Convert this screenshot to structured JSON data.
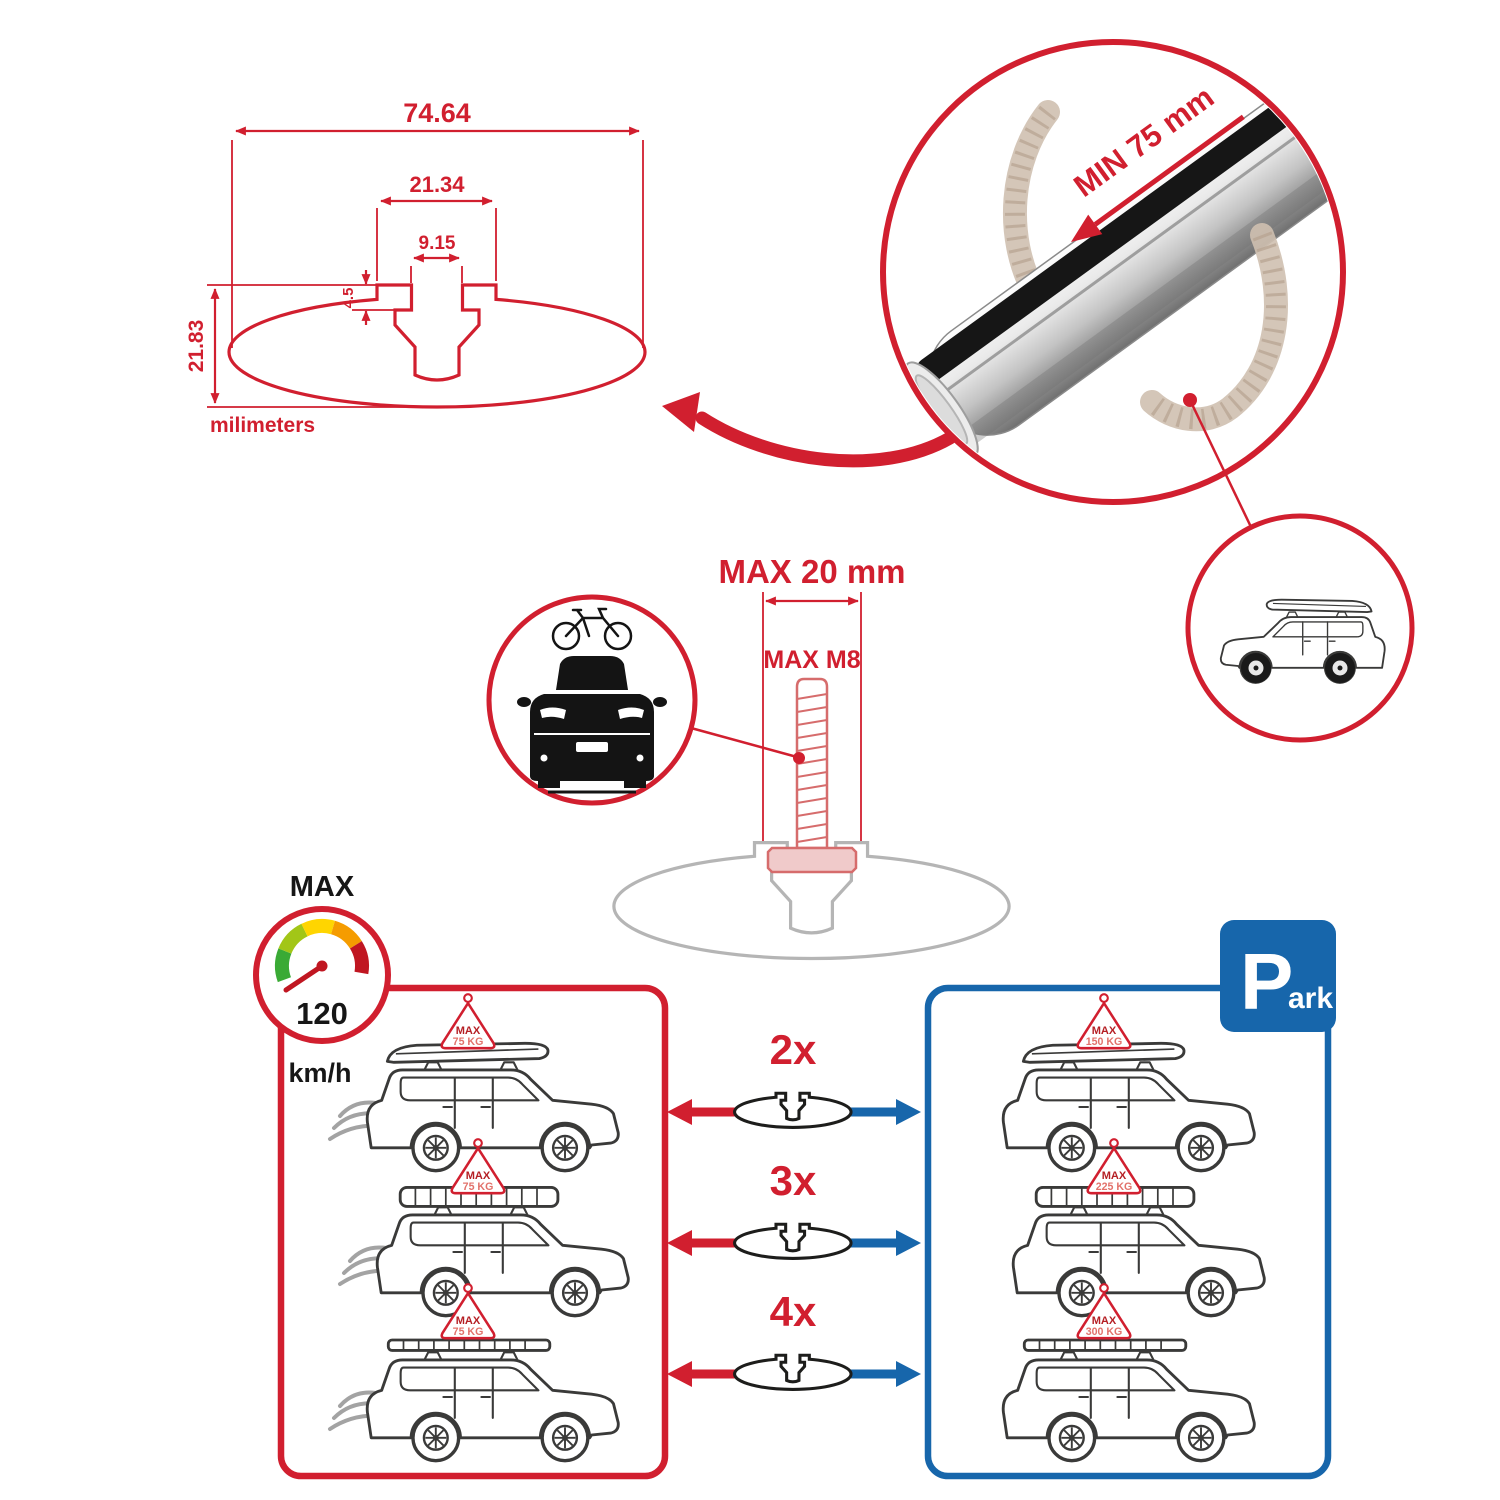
{
  "colors": {
    "red": "#d11f2f",
    "blue": "#1766ab",
    "dark": "#161616",
    "gray_profile": "#b5b5b5"
  },
  "cross_section": {
    "overall_width": "74.64",
    "channel_width": "21.34",
    "slot_width": "9.15",
    "slot_depth": "4.5",
    "total_height": "21.83",
    "units_label": "milimeters"
  },
  "crossbar_zoom": {
    "min_clamp_span": "MIN 75 mm"
  },
  "bolt": {
    "max_depth": "MAX 20 mm",
    "max_thread": "MAX M8"
  },
  "speed_limit": {
    "label": "MAX",
    "value": "120",
    "unit": "km/h"
  },
  "parking_sign": {
    "letter": "P",
    "rest": "ark"
  },
  "driving_panel": {
    "cars": [
      {
        "flag_title": "MAX",
        "flag_load": "75 KG"
      },
      {
        "flag_title": "MAX",
        "flag_load": "75 KG"
      },
      {
        "flag_title": "MAX",
        "flag_load": "75 KG"
      }
    ]
  },
  "bar_counts": [
    {
      "label": "2x"
    },
    {
      "label": "3x"
    },
    {
      "label": "4x"
    }
  ],
  "parked_panel": {
    "cars": [
      {
        "flag_title": "MAX",
        "flag_load": "150 KG"
      },
      {
        "flag_title": "MAX",
        "flag_load": "225 KG"
      },
      {
        "flag_title": "MAX",
        "flag_load": "300 KG"
      }
    ]
  }
}
